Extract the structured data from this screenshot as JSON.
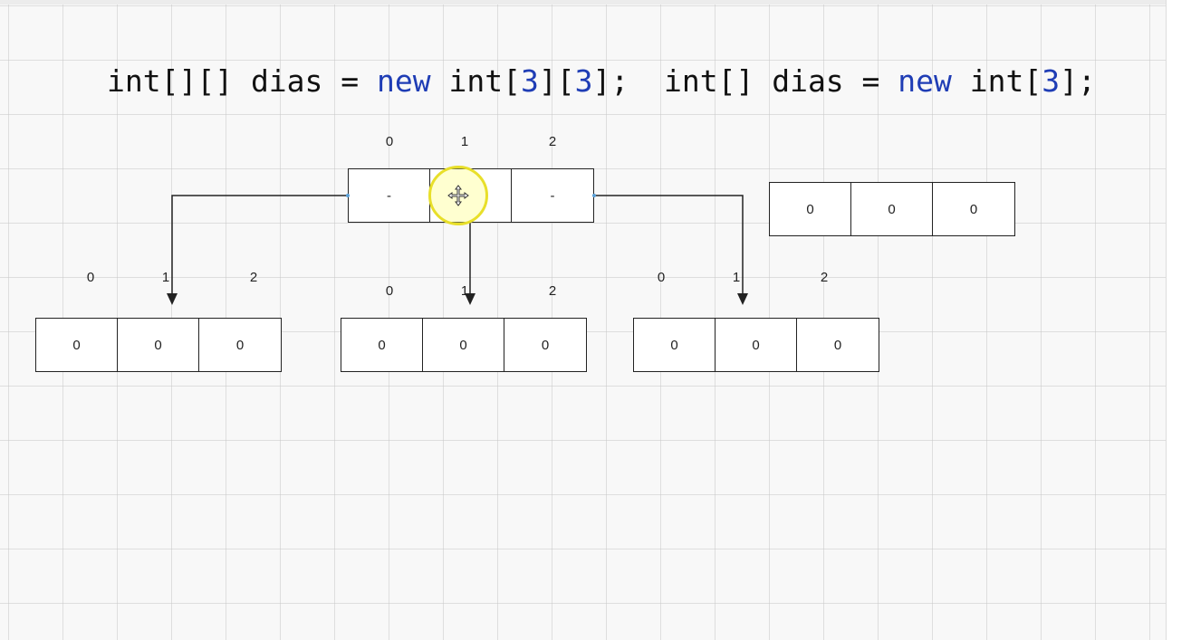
{
  "code": {
    "left": {
      "t1": "int[][] dias = ",
      "kw": "new",
      "t2": " int[",
      "n1": "3",
      "t3": "][",
      "n2": "3",
      "t4": "];"
    },
    "right": {
      "t1": "int[] dias = ",
      "kw": "new",
      "t2": " int[",
      "n1": "3",
      "t3": "];"
    }
  },
  "outer_array": {
    "indices": [
      "0",
      "1",
      "2"
    ],
    "cells": [
      "-",
      "",
      "-"
    ]
  },
  "sub_array_1": {
    "indices": [
      "0",
      "1",
      "2"
    ],
    "cells": [
      "0",
      "0",
      "0"
    ]
  },
  "sub_array_2": {
    "indices": [
      "0",
      "1",
      "2"
    ],
    "cells": [
      "0",
      "0",
      "0"
    ]
  },
  "sub_array_3": {
    "indices": [
      "0",
      "1",
      "2"
    ],
    "cells": [
      "0",
      "0",
      "0"
    ]
  },
  "single_array": {
    "cells": [
      "0",
      "0",
      "0"
    ]
  },
  "colors": {
    "keyword": "#1f3db5",
    "highlight": "#e8df2a",
    "line": "#222222"
  },
  "icons": {
    "cursor": "move-cursor-icon"
  }
}
